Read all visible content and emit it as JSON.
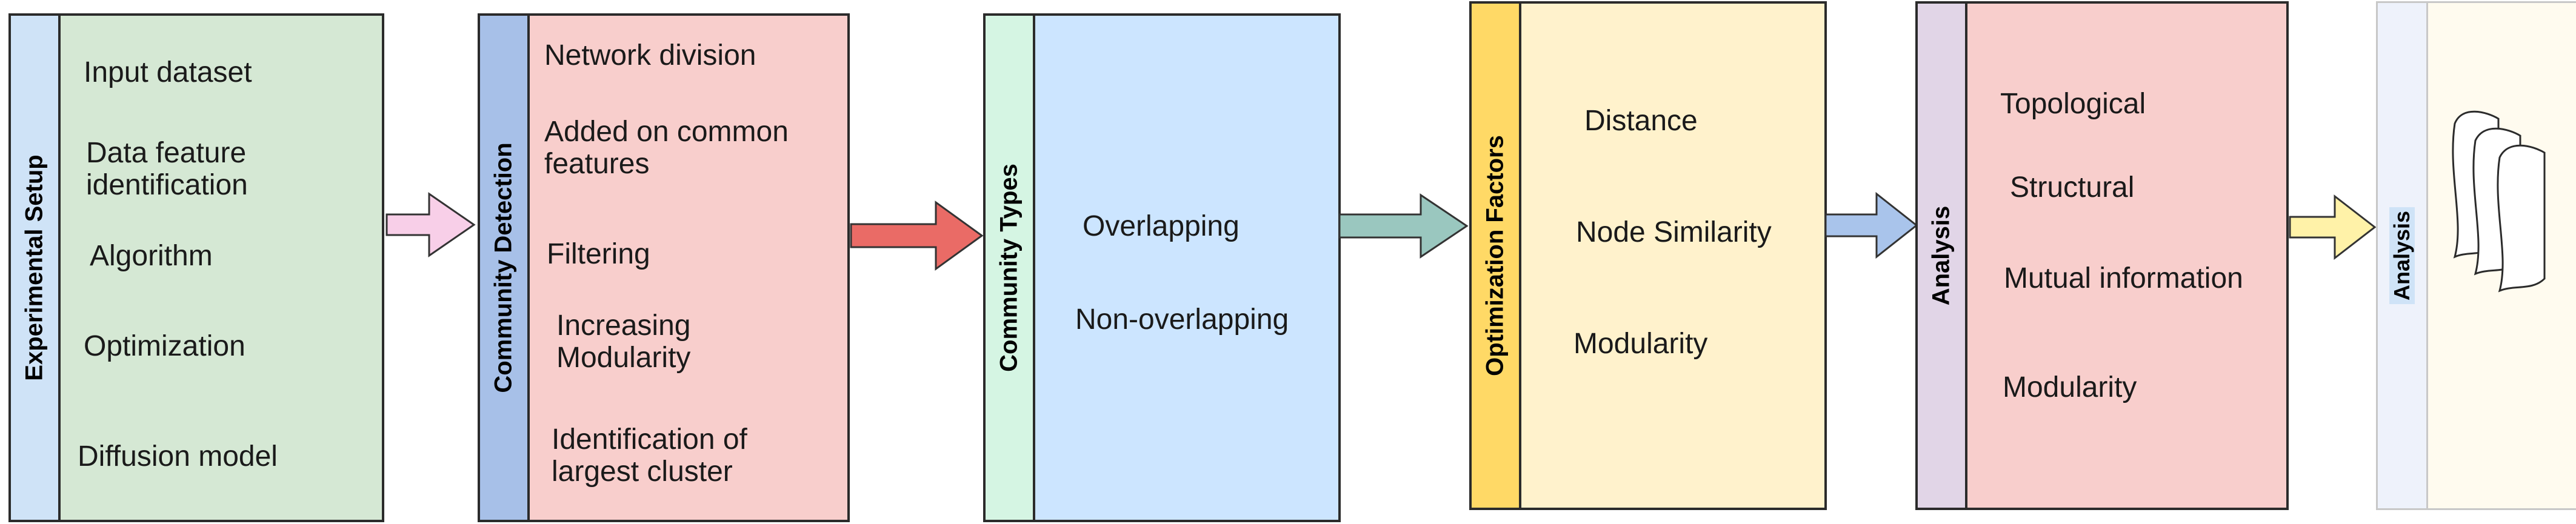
{
  "groups": [
    {
      "header": "Experimental Setup",
      "header_color": "#cfe3f7",
      "body_color": "#d5e8d4",
      "items": [
        "Input dataset",
        "Data feature\nidentification",
        "Algorithm",
        "Optimization",
        "Diffusion model"
      ]
    },
    {
      "header": "Community Detection",
      "header_color": "#a7c0e8",
      "body_color": "#f8cecc",
      "items": [
        "Network division",
        "Added on common\nfeatures",
        "Filtering",
        "Increasing\nModularity",
        "Identification of\nlargest cluster"
      ]
    },
    {
      "header": "Community Types",
      "header_color": "#d5f5e3",
      "body_color": "#cce5ff",
      "items": [
        "Overlapping",
        "Non-overlapping"
      ]
    },
    {
      "header": "Optimization Factors",
      "header_color": "#ffd966",
      "body_color": "#fff2cc",
      "items": [
        "Distance",
        "Node Similarity",
        "Modularity"
      ]
    },
    {
      "header": "Analysis",
      "header_color": "#e1d5e7",
      "body_color": "#f8cecc",
      "items": [
        "Topological",
        "Structural",
        "Mutual information",
        "Modularity"
      ]
    },
    {
      "header": "Analysis",
      "header_color": "#eef2fb",
      "body_color": "#fffbef",
      "items": []
    }
  ],
  "arrows": [
    {
      "color": "#f8cfe8"
    },
    {
      "color": "#ea6b66"
    },
    {
      "color": "#9ac7bf"
    },
    {
      "color": "#a9c4eb"
    },
    {
      "color": "#fff2a8"
    }
  ],
  "icon": "document-stack-icon"
}
